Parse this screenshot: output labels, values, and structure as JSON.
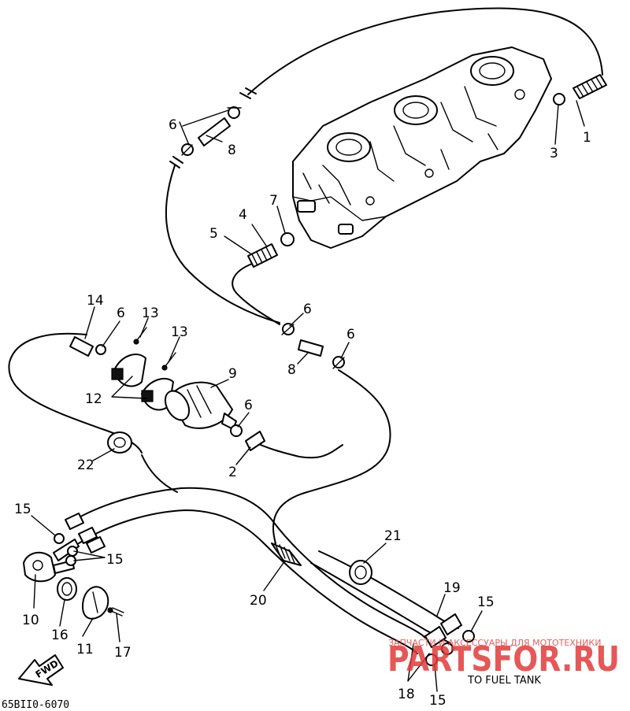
{
  "diagram": {
    "drawing_code": "65BII0-6070",
    "note_to_fuel_tank": "TO FUEL TANK",
    "fwd_label": "FWD",
    "watermark": {
      "tagline": "ЗАПЧАСТИ И АКСЕССУАРЫ ДЛЯ МОТОТЕХНИКИ",
      "brand": "PARTSFOR.RU"
    },
    "callouts": [
      {
        "id": "c1",
        "label": "1"
      },
      {
        "id": "c2",
        "label": "2"
      },
      {
        "id": "c3",
        "label": "3"
      },
      {
        "id": "c4",
        "label": "4"
      },
      {
        "id": "c5",
        "label": "5"
      },
      {
        "id": "c6a",
        "label": "6"
      },
      {
        "id": "c6b",
        "label": "6"
      },
      {
        "id": "c6c",
        "label": "6"
      },
      {
        "id": "c6d",
        "label": "6"
      },
      {
        "id": "c6e",
        "label": "6"
      },
      {
        "id": "c7",
        "label": "7"
      },
      {
        "id": "c8a",
        "label": "8"
      },
      {
        "id": "c8b",
        "label": "8"
      },
      {
        "id": "c9",
        "label": "9"
      },
      {
        "id": "c10",
        "label": "10"
      },
      {
        "id": "c11",
        "label": "11"
      },
      {
        "id": "c12",
        "label": "12"
      },
      {
        "id": "c13a",
        "label": "13"
      },
      {
        "id": "c13b",
        "label": "13"
      },
      {
        "id": "c14",
        "label": "14"
      },
      {
        "id": "c15a",
        "label": "15"
      },
      {
        "id": "c15b",
        "label": "15"
      },
      {
        "id": "c15c",
        "label": "15"
      },
      {
        "id": "c15d",
        "label": "15"
      },
      {
        "id": "c16",
        "label": "16"
      },
      {
        "id": "c17",
        "label": "17"
      },
      {
        "id": "c18",
        "label": "18"
      },
      {
        "id": "c19",
        "label": "19"
      },
      {
        "id": "c20",
        "label": "20"
      },
      {
        "id": "c21",
        "label": "21"
      },
      {
        "id": "c22",
        "label": "22"
      }
    ]
  }
}
